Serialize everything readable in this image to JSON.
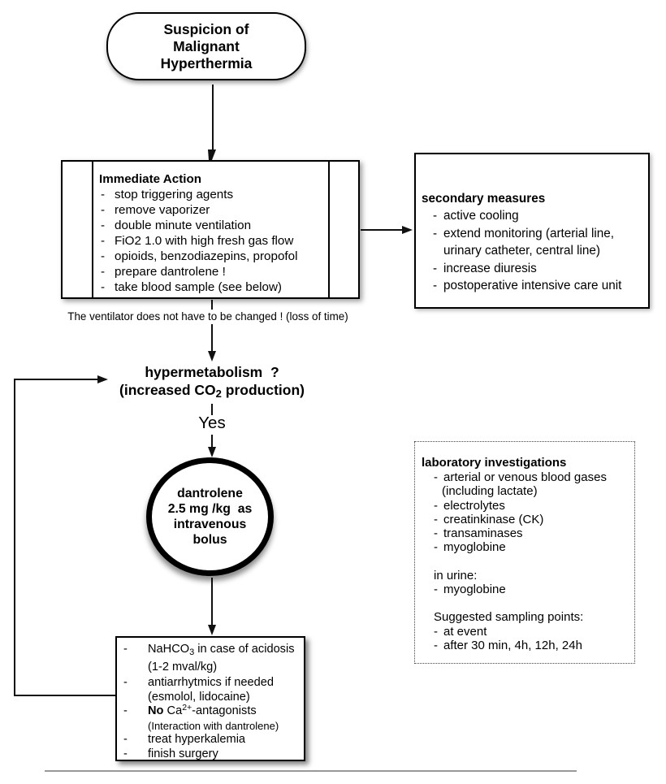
{
  "glyphs": {
    "dash": "-"
  },
  "colors": {
    "ink": "#000000",
    "rule_gray": "#999999"
  },
  "start": {
    "line1": "Suspicion of",
    "line2": "Malignant",
    "line3": "Hyperthermia"
  },
  "immediate": {
    "title": "Immediate Action",
    "items": [
      "stop triggering agents",
      "remove vaporizer",
      "double minute ventilation",
      "FiO2 1.0 with high fresh gas flow",
      "opioids, benzodiazepins, propofol",
      "prepare dantrolene !",
      "take blood sample (see below)"
    ]
  },
  "secondary": {
    "title": "secondary measures",
    "items": [
      "active cooling",
      "extend monitoring (arterial line, urinary catheter, central line)",
      "increase diuresis",
      "postoperative intensive care unit"
    ]
  },
  "ventilator_note": "The ventilator does not have to be changed ! (loss of time)",
  "decision": {
    "question": "hypermetabolism  ?",
    "detail_pre": "(increased CO",
    "detail_sub": "2",
    "detail_post": " production)"
  },
  "yes_label": "Yes",
  "dantrolene": {
    "line1": "dantrolene",
    "line2": "2.5 mg /kg  as",
    "line3": "intravenous",
    "line4": "bolus"
  },
  "treatment": {
    "row1": {
      "pre": "NaHCO",
      "sub": "3",
      "post": " in case of acidosis"
    },
    "row2": "(1-2 mval/kg)",
    "row3": "antiarrhytmics if needed",
    "row4": "(esmolol, lidocaine)",
    "row5": {
      "no": "No",
      "mid": " Ca",
      "sup": "2+",
      "post": "-antagonists"
    },
    "row6": "(Interaction with dantrolene)",
    "row7": "treat hyperkalemia",
    "row8": "finish surgery"
  },
  "laboratory": {
    "title": "laboratory investigations",
    "blood_rows": [
      "arterial or venous blood gases",
      "(including lactate)",
      "electrolytes",
      "creatinkinase (CK)",
      "transaminases",
      "myoglobine"
    ],
    "urine_label": "in urine:",
    "urine_row": "myoglobine",
    "sampling_label": "Suggested sampling points:",
    "sampling_rows": [
      "at event",
      "after 30 min, 4h, 12h, 24h"
    ]
  }
}
